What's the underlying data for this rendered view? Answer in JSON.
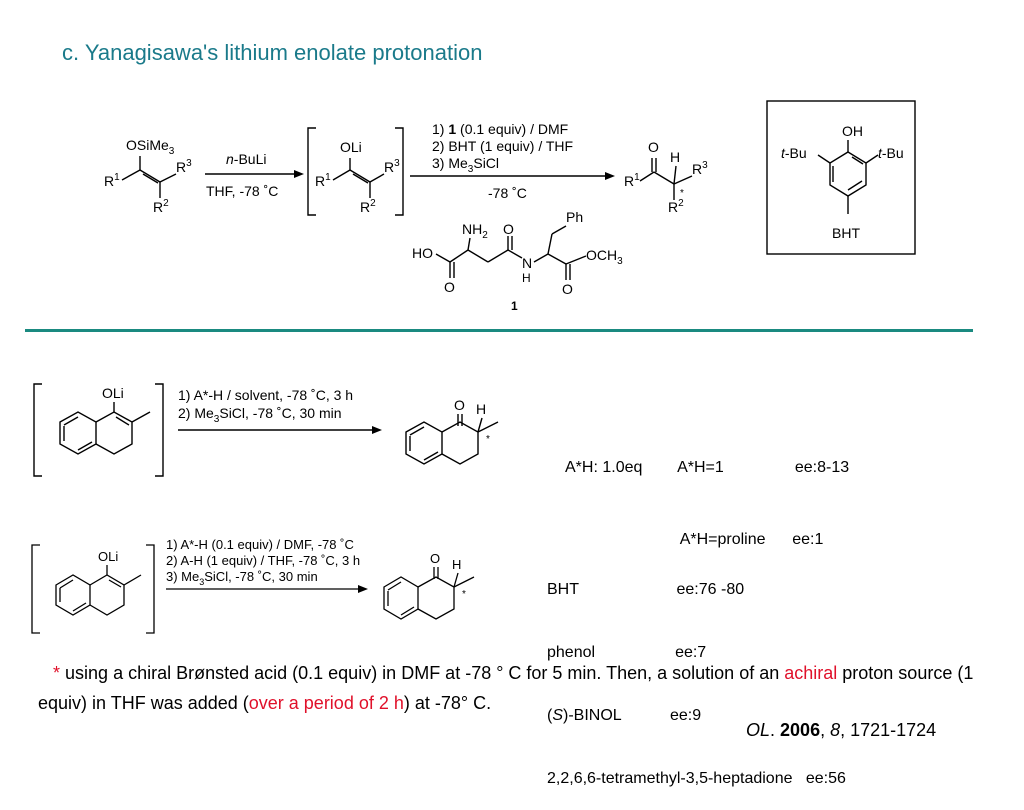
{
  "title": "c. Yanagisawa's lithium enolate protonation",
  "scheme_top": {
    "sm_group": "OSiMe",
    "sm_sub": "3",
    "r1": "R",
    "r1_sup": "1",
    "r2": "R",
    "r2_sup": "2",
    "r3": "R",
    "r3_sup": "3",
    "reagent1_italic": "n",
    "reagent1_rest": "-BuLi",
    "reagent1_cond": "THF, -78 ˚C",
    "enolate_group": "OLi",
    "steps": [
      "1) ",
      "1",
      " (0.1 equiv) / DMF",
      "2) BHT (1 equiv) / THF",
      "3) Me",
      "3",
      "SiCl"
    ],
    "step_cond": "-78 ˚C",
    "product_h": "H",
    "product_o": "O",
    "star": "*",
    "cat_ho": "HO",
    "cat_nh2": "NH",
    "cat_nh2_sub": "2",
    "cat_n": "N",
    "cat_h": "H",
    "cat_och3": "OCH",
    "cat_och3_sub": "3",
    "cat_ph": "Ph",
    "cat_label": "1",
    "bht_oh": "OH",
    "bht_tbu_left_i": "t",
    "bht_tbu_left": "-Bu",
    "bht_tbu_right_i": "t",
    "bht_tbu_right": "-Bu",
    "bht_label": "BHT"
  },
  "scheme_mid": {
    "enolate": "OLi",
    "cond1": "1) A*-H / solvent, -78 ˚C, 3 h",
    "cond2": "2) Me",
    "cond2_sub": "3",
    "cond2_rest": "SiCl, -78 ˚C, 30 min",
    "product_o": "O",
    "product_h": "H",
    "star": "*"
  },
  "results1": {
    "line1": "A*H: 1.0eq        A*H=1                ee:8-13",
    "line2": "                          A*H=proline      ee:1"
  },
  "scheme_bot": {
    "enolate": "OLi",
    "cond1": "1) A*-H (0.1 equiv) / DMF,  -78 ˚C",
    "cond2": "2) A-H (1 equiv) / THF, -78 ˚C, 3 h",
    "cond3": "3) Me",
    "cond3_sub": "3",
    "cond3_rest": "SiCl, -78 ˚C, 30 min",
    "product_o": "O",
    "product_h": "H",
    "star": "*"
  },
  "results2": {
    "line1": "BHT                      ee:76 -80",
    "line2": "phenol                  ee:7",
    "line3_pre": "(",
    "line3_italic": "S",
    "line3_rest": ")-BINOL           ee:9",
    "line4": "2,2,6,6-tetramethyl-3,5-heptadione   ee:56"
  },
  "note": {
    "star": "*",
    "text1": "  using a chiral Brønsted acid (0.1 equiv) in DMF at -78 ° C for 5 min. Then, a solution of an ",
    "red1": "achiral",
    "text2": " proton source (1 equiv) in THF was added (",
    "red2": "over a period of 2 h",
    "text3": ") at -78° C."
  },
  "citation": {
    "journal": "OL",
    "dot": ". ",
    "year": "2006",
    "sep": ", ",
    "volume": "8",
    "pages": ", 1721-1724"
  }
}
